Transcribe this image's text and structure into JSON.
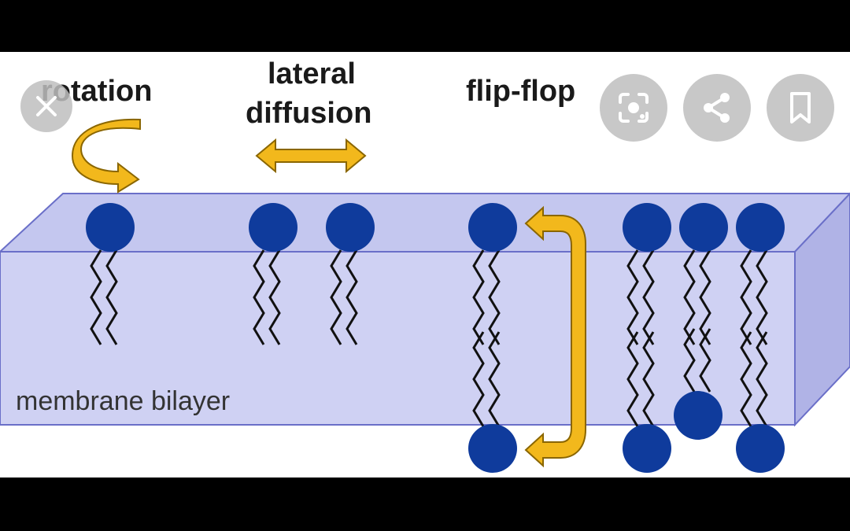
{
  "diagram": {
    "labels": {
      "rotation": "rotation",
      "lateral_line1": "lateral",
      "lateral_line2": "diffusion",
      "flip_flop": "flip-flop",
      "membrane": "membrane bilayer"
    },
    "colors": {
      "membrane_front": "#cfd1f3",
      "membrane_top": "#c4c7ef",
      "membrane_side": "#b0b3e6",
      "membrane_edge": "#6a6fc8",
      "head": "#0f3b9c",
      "arrow": "#f2b81c",
      "arrow_edge": "#8a6600"
    }
  },
  "overlay": {
    "close": "close-icon",
    "lens": "lens-icon",
    "share": "share-icon",
    "bookmark": "bookmark-icon"
  }
}
